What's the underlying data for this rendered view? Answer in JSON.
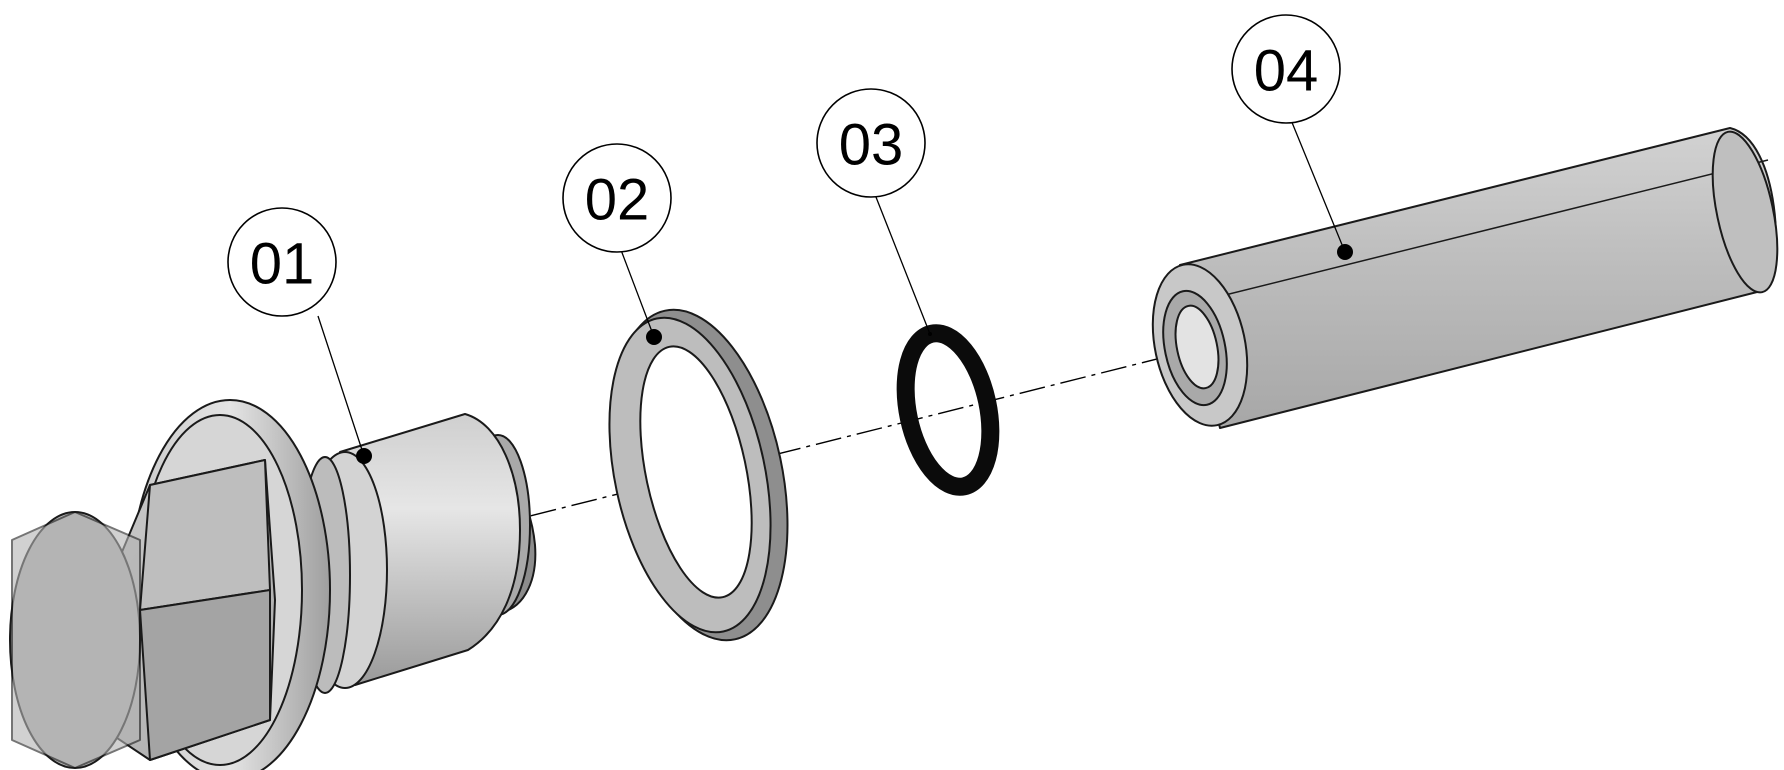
{
  "diagram": {
    "callouts": [
      {
        "id": "part-01",
        "label": "01"
      },
      {
        "id": "part-02",
        "label": "02"
      },
      {
        "id": "part-03",
        "label": "03"
      },
      {
        "id": "part-04",
        "label": "04"
      }
    ],
    "colors": {
      "outline": "#1a1a1a",
      "metal_light": "#d9d9d9",
      "metal_mid": "#b8b8b8",
      "metal_dark": "#8f8f8f",
      "oring": "#0b0b0b",
      "centerline": "#000000"
    }
  }
}
